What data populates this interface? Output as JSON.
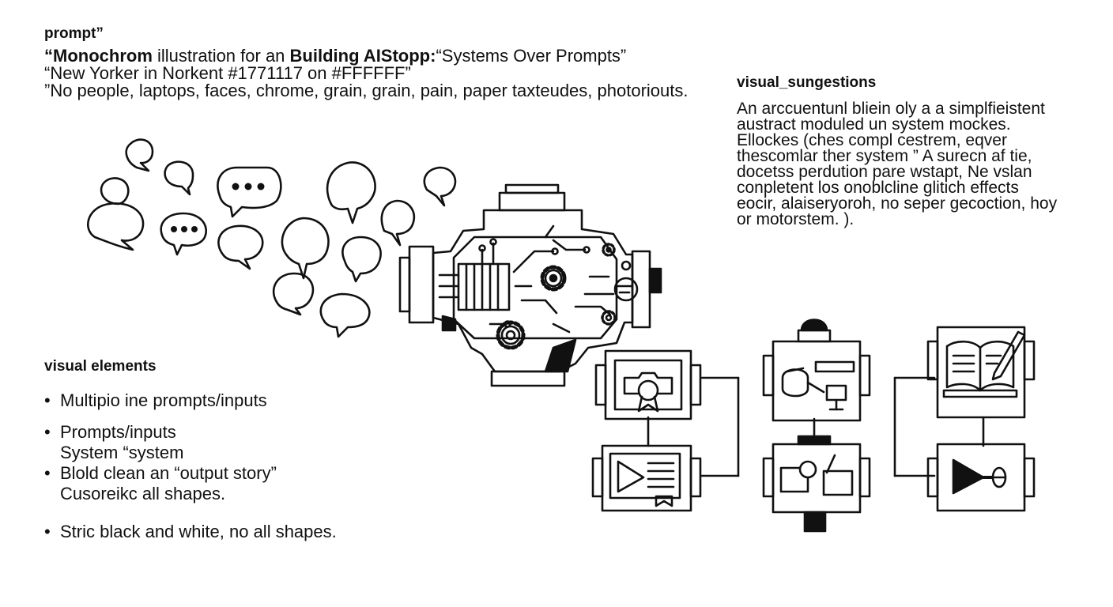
{
  "prompt": {
    "heading": "prompt”",
    "line1_bold_a": "“Monochrom",
    "line1_regular": " illustration for an ",
    "line1_bold_b": "Building AIStopp:",
    "line1_tail": "“Systems Over Prompts”",
    "line2": "“New Yorker in Norkent #1771117 on #FFFFFF”",
    "line3": "”No people, laptops, faces, chrome, grain, grain, pain, paper taxteudes, photoriouts."
  },
  "visual_suggestions": {
    "heading": "visual_sungestions",
    "lines": [
      "An arccuentunl bliein oly a a simplfieistent",
      "austract moduled un system mockes.",
      "Ellockes (ches compl cestrem, eqver",
      "thescomlar ther system ” A surecn af tie,",
      "docetss perdution pare wstapt, Ne vslan",
      "conpletent los onoblcline glitich effects",
      "eocir, alaiseryoroh, no seper gecoction, hoy",
      "or motorstem. )."
    ]
  },
  "visual_elements": {
    "heading": "visual elements",
    "items": [
      {
        "text": "Multipio ine prompts/inputs"
      },
      {
        "text": "Prompts/inputs",
        "sub": "System “system"
      },
      {
        "text": "Blold clean an “output story”",
        "sub": "Cusoreikc all shapes."
      },
      {
        "text": "Stric black and white, no all shapes."
      }
    ]
  },
  "diagram": {
    "bubble_icon": "speech-bubble-icon",
    "machine_icon": "circuit-machine-icon",
    "gear_icon": "gear-icon",
    "panel_icons": [
      "award-ribbon-icon",
      "play-document-icon",
      "shapes-diagram-icon",
      "shapes-node-icon",
      "open-book-pencil-icon",
      "play-key-icon"
    ],
    "stroke_color": "#111111",
    "background_color": "#ffffff"
  }
}
